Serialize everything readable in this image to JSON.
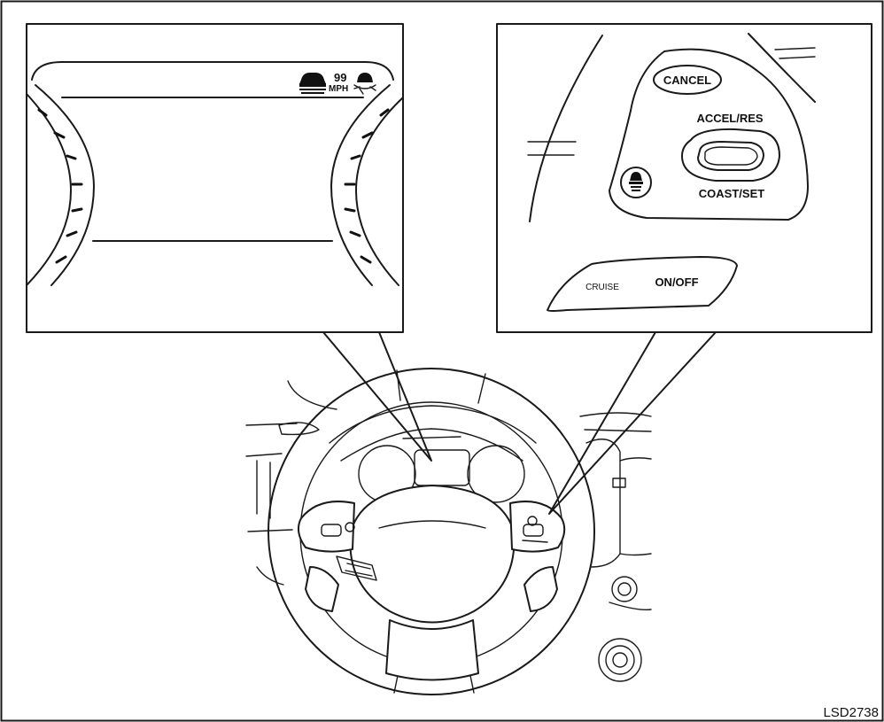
{
  "display": {
    "speed_value": "99",
    "speed_unit": "MPH"
  },
  "controls": {
    "cancel": "CANCEL",
    "accel_res": "ACCEL/RES",
    "coast_set": "COAST/SET",
    "cruise": "CRUISE",
    "on_off": "ON/OFF"
  },
  "figure_id": "LSD2738",
  "colors": {
    "line": "#1a1a1a",
    "background": "#ffffff"
  }
}
